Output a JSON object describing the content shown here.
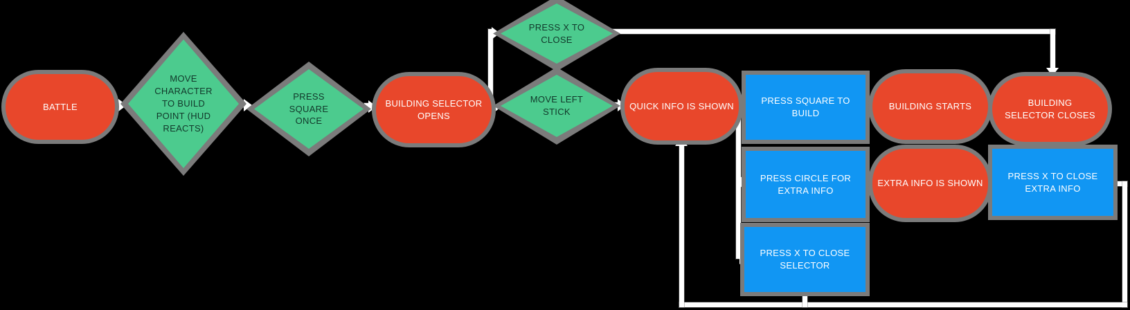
{
  "diagram": {
    "colors": {
      "background": "#000000",
      "process_fill": "#E8472B",
      "decision_fill": "#4CCB8E",
      "action_fill": "#1196F3",
      "connector": "#FFFFFF",
      "halo": "#7B7B7B",
      "decision_text": "#11382A",
      "node_text": "#FFFFFF"
    },
    "nodes": {
      "battle": {
        "shape": "pill",
        "label": "BATTLE"
      },
      "move_character_to_build_point": {
        "shape": "diamond",
        "label": "MOVE CHARACTER TO BUILD POINT (HUD REACTS)"
      },
      "press_square_once": {
        "shape": "diamond",
        "label": "PRESS SQUARE ONCE"
      },
      "building_selector_opens": {
        "shape": "pill",
        "label": "BUILDING SELECTOR OPENS"
      },
      "press_x_to_close": {
        "shape": "diamond",
        "label": "PRESS X TO CLOSE"
      },
      "move_left_stick": {
        "shape": "diamond",
        "label": "MOVE LEFT STICK"
      },
      "quick_info_is_shown": {
        "shape": "pill",
        "label": "QUICK INFO IS SHOWN"
      },
      "press_square_to_build": {
        "shape": "rect",
        "label": "PRESS SQUARE TO BUILD"
      },
      "building_starts": {
        "shape": "pill",
        "label": "BUILDING STARTS"
      },
      "building_selector_closes": {
        "shape": "pill",
        "label": "BUILDING SELECTOR CLOSES"
      },
      "press_circle_for_extra_info": {
        "shape": "rect",
        "label": "PRESS CIRCLE FOR EXTRA INFO"
      },
      "extra_info_is_shown": {
        "shape": "pill",
        "label": "EXTRA INFO IS SHOWN"
      },
      "press_x_to_close_extra_info": {
        "shape": "rect",
        "label": "PRESS X TO CLOSE EXTRA INFO"
      },
      "press_x_to_close_selector": {
        "shape": "rect",
        "label": "PRESS X TO CLOSE SELECTOR"
      }
    }
  }
}
